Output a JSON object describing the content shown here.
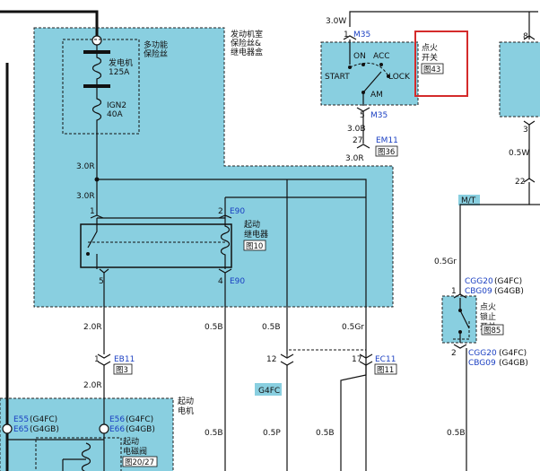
{
  "blocks": {
    "engine_fuse_box": [
      "发动机室",
      "保险丝&",
      "继电器盒"
    ],
    "multi_fuse": [
      "多功能",
      "保险丝"
    ],
    "ignition_switch": [
      "点火",
      "开关"
    ],
    "start_relay": [
      "起动",
      "继电器"
    ],
    "ignition_lock_switch": [
      "点火",
      "锁止",
      "开关"
    ],
    "starter_motor": [
      "起动",
      "电机"
    ],
    "starter_solenoid": [
      "起动",
      "电磁阀"
    ]
  },
  "fuses": {
    "alternator": [
      "发电机",
      "125A"
    ],
    "ign2": [
      "IGN2",
      "40A"
    ]
  },
  "switch_positions": {
    "on": "ON",
    "acc": "ACC",
    "start": "START",
    "lock": "LOCK",
    "am": "AM"
  },
  "refs": {
    "ignition_switch": "图43",
    "start_relay": "图10",
    "em11": "图36",
    "eb11": "图3",
    "ec11": "图11",
    "lock_switch": "图85",
    "solenoid": "图20/27"
  },
  "connectors": {
    "m35": "M35",
    "em11": "EM11",
    "e90": "E90",
    "eb11": "EB11",
    "ec11": "EC11",
    "cgg20": "CGG20",
    "cbg09": "CBG09",
    "cgg20_variant": "(G4FC)",
    "cbg09_variant": "(G4GB)",
    "e55": "E55",
    "e65": "E65",
    "e56": "E56",
    "e66": "E66",
    "e55_variant": "(G4FC)",
    "e65_variant": "(G4GB)",
    "e56_variant": "(G4FC)",
    "e66_variant": "(G4GB)"
  },
  "wires": {
    "w30W": "3.0W",
    "w30B": "3.0B",
    "w30R_a": "3.0R",
    "w30R_b": "3.0R",
    "w30R_c": "3.0R",
    "w20R_a": "2.0R",
    "w20R_b": "2.0R",
    "w05B_a": "0.5B",
    "w05B_b": "0.5B",
    "w05Gr_a": "0.5Gr",
    "w05Gr_b": "0.5Gr",
    "w05W": "0.5W",
    "w05P": "0.5P",
    "w05B_c": "0.5B",
    "w05B_d": "0.5B",
    "w05B_e": "0.5B"
  },
  "pins": {
    "m35_top": "1",
    "m35_bot": "5",
    "em11": "27",
    "relay_1": "1",
    "relay_2": "2",
    "relay_5": "5",
    "relay_4": "4",
    "eb11": "1",
    "c12": "12",
    "ec11": "17",
    "right_8": "8",
    "right_3": "3",
    "right_22": "22",
    "lock_1": "1",
    "lock_2": "2"
  },
  "tags": {
    "mt": "M/T",
    "g4fc": "G4FC"
  }
}
